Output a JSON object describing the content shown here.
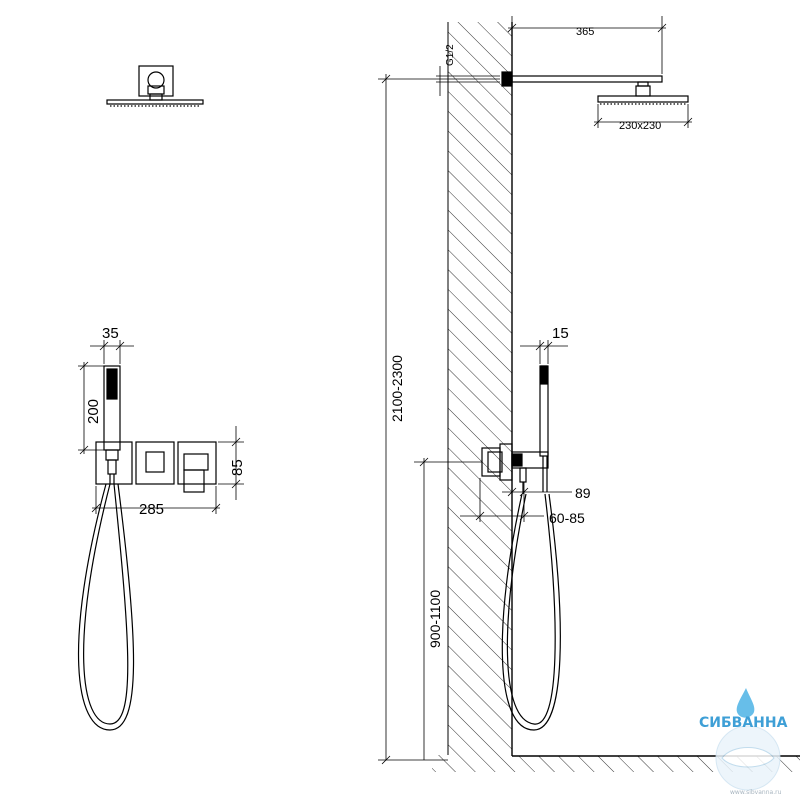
{
  "dimensions": {
    "arm_length": "365",
    "thread": "G1/2",
    "head_size": "230x230",
    "head_height": "2100-2300",
    "handset_depth": "15",
    "offset": "89",
    "mixer_depth": "60-85",
    "mixer_height": "900-1100",
    "handset_width": "35",
    "handset_length": "200",
    "panel_height": "85",
    "panel_width": "285"
  },
  "logo": {
    "name": "СИБВАННА",
    "url": "www.sibvanna.ru"
  }
}
